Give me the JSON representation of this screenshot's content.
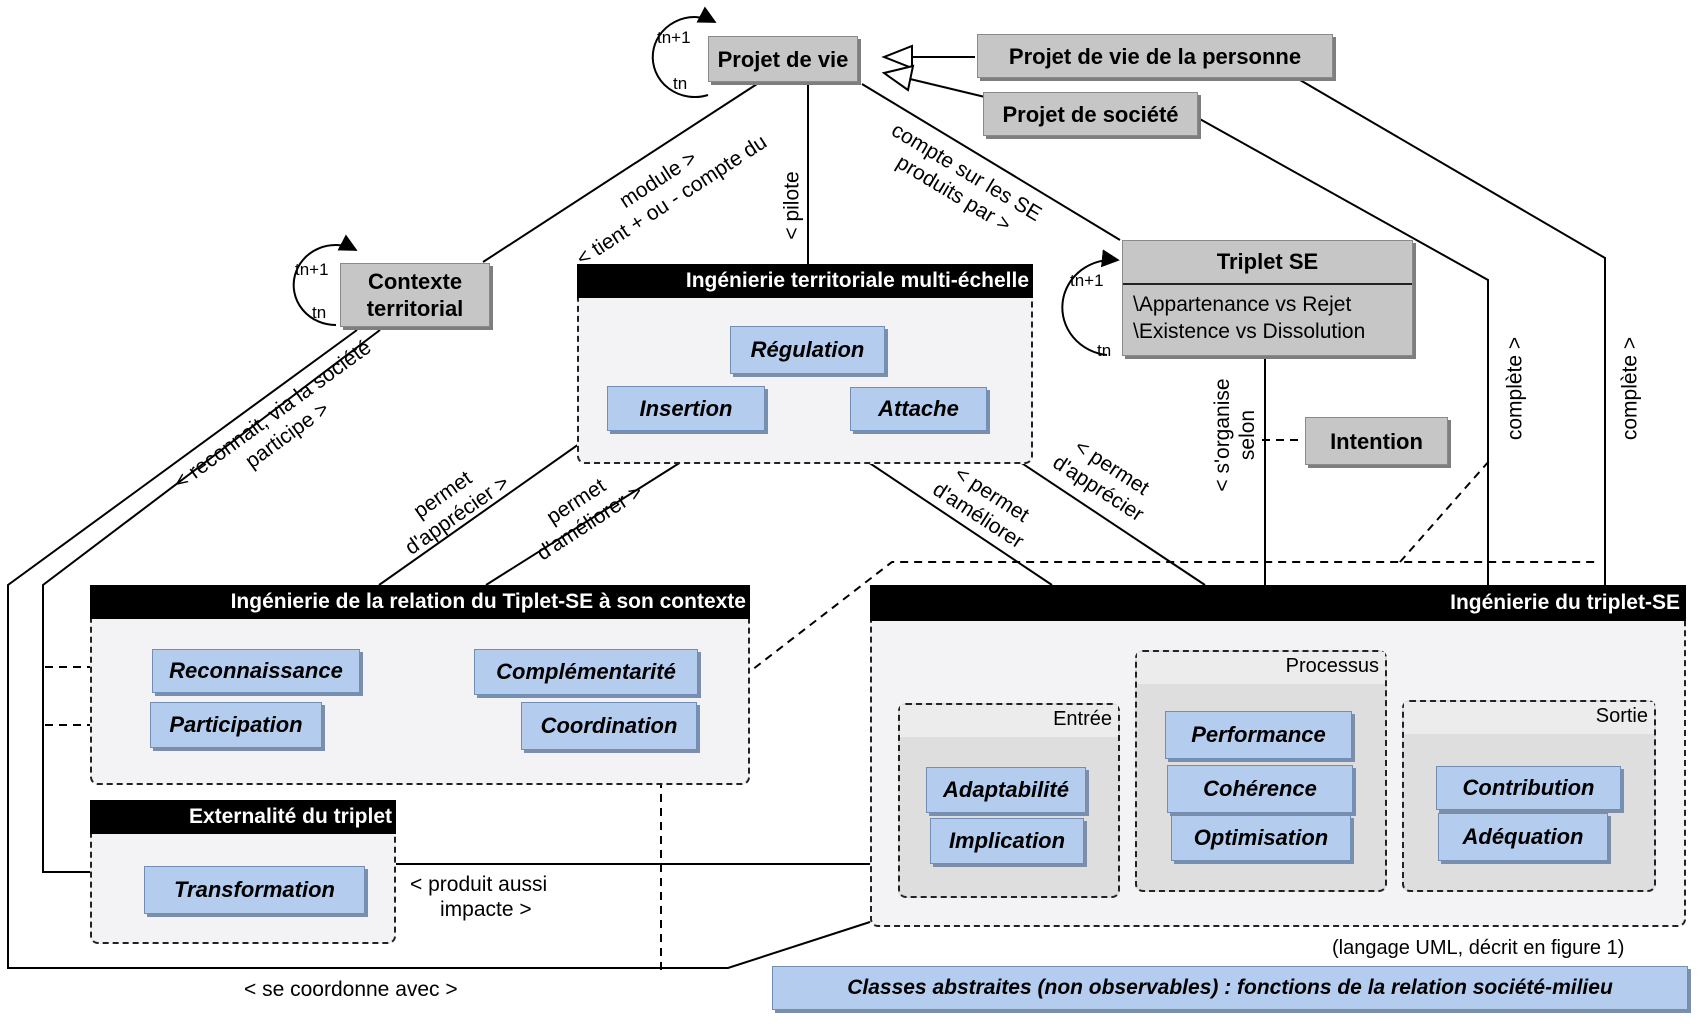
{
  "top": {
    "projet_de_vie": "Projet de vie",
    "projet_personne": "Projet de vie de la personne",
    "projet_societe": "Projet de société",
    "contexte_territorial": "Contexte territorial",
    "intention": "Intention"
  },
  "triplet": {
    "title": "Triplet SE",
    "attr1": "\\Appartenance vs Rejet",
    "attr2": "\\Existence vs Dissolution"
  },
  "time_labels": {
    "next": "tn+1",
    "current": "tn"
  },
  "ite": {
    "title": "Ingénierie territoriale multi-échelle",
    "regulation": "Régulation",
    "insertion": "Insertion",
    "attache": "Attache"
  },
  "irt": {
    "title": "Ingénierie de la relation du Tiplet-SE à son contexte",
    "reconnaissance": "Reconnaissance",
    "participation": "Participation",
    "complementarite": "Complémentarité",
    "coordination": "Coordination"
  },
  "ext": {
    "title": "Externalité du triplet",
    "transformation": "Transformation"
  },
  "its": {
    "title": "Ingénierie du triplet-SE",
    "entree": "Entrée",
    "processus": "Processus",
    "sortie": "Sortie",
    "adaptabilite": "Adaptabilité",
    "implication": "Implication",
    "performance": "Performance",
    "coherence": "Cohérence",
    "optimisation": "Optimisation",
    "contribution": "Contribution",
    "adequation": "Adéquation"
  },
  "relations": {
    "module_1": "module >",
    "module_2": "< tient + ou - compte du",
    "pilote": "< pilote",
    "compte_1": "compte sur les SE",
    "compte_2": "produits par >",
    "reconnait_1": "< reconnait, via la société",
    "reconnait_2": "participe >",
    "permet_apprecier_left_1": "permet",
    "permet_apprecier_left_2": "d'apprécier >",
    "permet_ameliorer_left_1": "permet",
    "permet_ameliorer_left_2": "d'améliorer >",
    "permet_ameliorer_right_1": "< permet",
    "permet_ameliorer_right_2": "d'améliorer",
    "permet_apprecier_right_1": "< permet",
    "permet_apprecier_right_2": "d'apprécier",
    "organise_1": "< s'organise",
    "organise_2": "selon",
    "complete_1": "complète >",
    "complete_2": "complète >",
    "produit_1": "<  produit aussi",
    "produit_2": "impacte >",
    "coordonne": "< se coordonne avec >"
  },
  "footer": {
    "note": "(langage UML, décrit en figure 1)",
    "legend": "Classes abstraites (non observables) : fonctions de la relation société-milieu"
  }
}
